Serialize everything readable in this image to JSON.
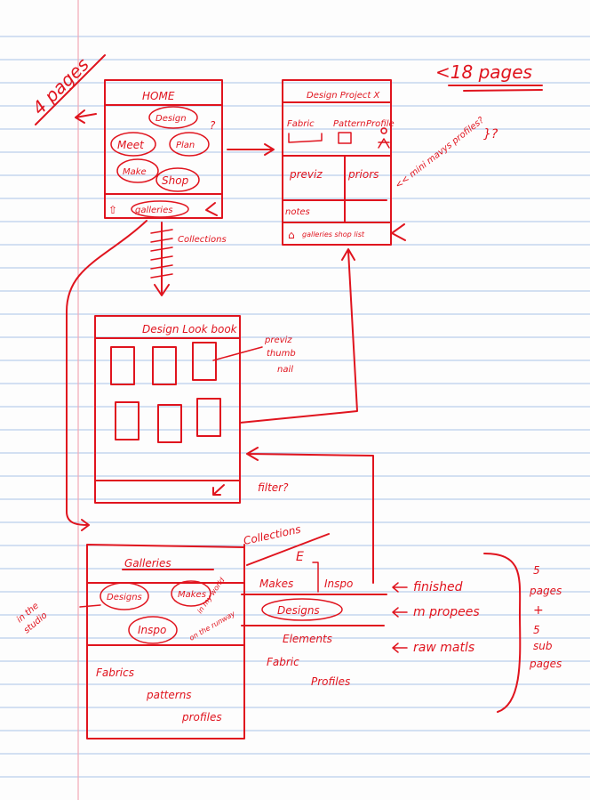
{
  "page_note_left": "4 pages",
  "page_note_right": "<18 pages",
  "home": {
    "title": "HOME",
    "items": [
      "Design",
      "Meet",
      "Plan",
      "Make",
      "Shop"
    ],
    "question": "?",
    "footer": "galleries"
  },
  "project": {
    "title": "Design Project X",
    "tabs": [
      "Fabric",
      "Pattern",
      "Profile"
    ],
    "panels": [
      "previz",
      "priors"
    ],
    "notes": "notes",
    "footer": "galleries shop list",
    "side_note": "<< mini mavys profiles?",
    "side_q": "}?"
  },
  "collections_arrow_label": "Collections",
  "lookbook": {
    "title": "Design Look book",
    "note": [
      "previz",
      "thumb",
      "nail"
    ],
    "filter_note": "filter?"
  },
  "galleries": {
    "title": "Galleries",
    "items": [
      "Designs",
      "Makes",
      "Inspo"
    ],
    "makes_note": "in my world",
    "inspo_note": "on the runway",
    "studio_note": [
      "in the",
      "studio"
    ],
    "lower": [
      "Fabrics",
      "patterns",
      "profiles"
    ]
  },
  "collections": {
    "title": "Collections",
    "makes": "Makes",
    "inspo": "Inspo",
    "designs": "Designs",
    "elements": "Elements",
    "fabric": "Fabric",
    "profiles": "Profiles"
  },
  "annotations": {
    "finished": "finished",
    "properties": "m propees",
    "raw": "raw matls"
  },
  "summary": [
    "5",
    "pages",
    "+",
    "5",
    "sub",
    "pages"
  ],
  "colors": {
    "ink": "#e0141e",
    "rule": "#a9c3e6",
    "margin": "#f2a9b6"
  }
}
